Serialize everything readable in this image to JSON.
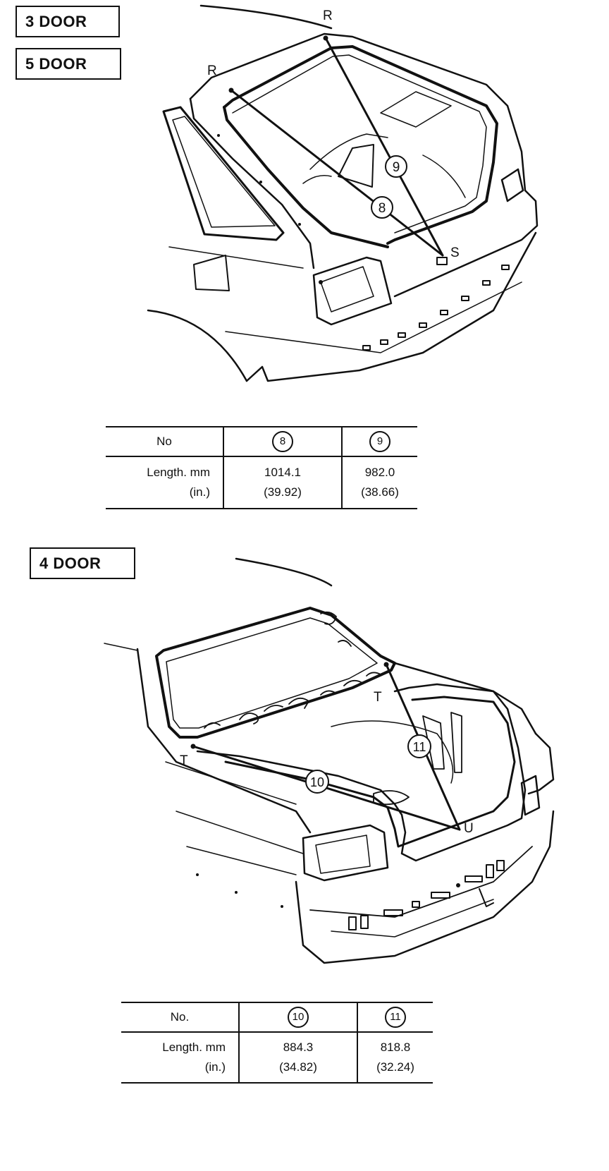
{
  "top_section": {
    "labels": [
      "3 DOOR",
      "5 DOOR"
    ],
    "points": {
      "r_left": "R",
      "r_right": "R",
      "s": "S"
    },
    "callouts": [
      "9",
      "8"
    ],
    "table": {
      "no_label": "No",
      "length_label": "Length. mm",
      "in_label": "(in.)",
      "columns": [
        {
          "no": "8",
          "mm": "1014.1",
          "in": "(39.92)"
        },
        {
          "no": "9",
          "mm": "982.0",
          "in": "(38.66)"
        }
      ]
    }
  },
  "bottom_section": {
    "label": "4 DOOR",
    "points": {
      "t_left": "T",
      "t_right": "T",
      "u": "U"
    },
    "callouts": [
      "10",
      "11"
    ],
    "table": {
      "no_label": "No.",
      "length_label": "Length. mm",
      "in_label": "(in.)",
      "columns": [
        {
          "no": "10",
          "mm": "884.3",
          "in": "(34.82)"
        },
        {
          "no": "11",
          "mm": "818.8",
          "in": "(32.24)"
        }
      ]
    }
  }
}
